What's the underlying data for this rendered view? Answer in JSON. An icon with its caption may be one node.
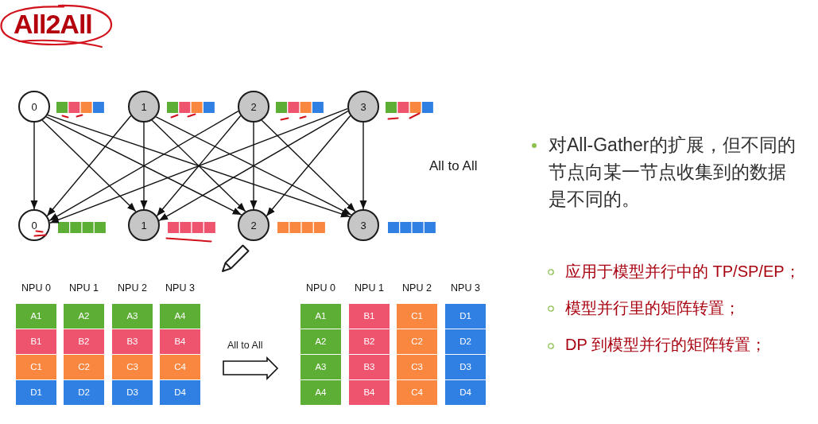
{
  "diagram": {
    "title": "All2All",
    "nodes": [
      {
        "text": [
          "0"
        ]
      },
      {
        "text": [
          "1"
        ]
      },
      {
        "text": [
          "2"
        ]
      },
      {
        "text": [
          "3"
        ]
      },
      {
        "text": [
          "0"
        ]
      },
      {
        "text": [
          "1"
        ]
      },
      {
        "text": [
          "2"
        ]
      },
      {
        "text": [
          "3"
        ]
      }
    ],
    "edges": [
      {
        "from": 0,
        "to": 4,
        "arrow": "to"
      },
      {
        "from": 0,
        "to": 5,
        "arrow": "to"
      },
      {
        "from": 0,
        "to": 6,
        "arrow": "to"
      },
      {
        "from": 0,
        "to": 7,
        "arrow": "to"
      },
      {
        "from": 1,
        "to": 4,
        "arrow": "to"
      },
      {
        "from": 1,
        "to": 5,
        "arrow": "to"
      },
      {
        "from": 1,
        "to": 6,
        "arrow": "to"
      },
      {
        "from": 1,
        "to": 7,
        "arrow": "to"
      },
      {
        "from": 2,
        "to": 4,
        "arrow": "to"
      },
      {
        "from": 2,
        "to": 5,
        "arrow": "to"
      },
      {
        "from": 2,
        "to": 6,
        "arrow": "to"
      },
      {
        "from": 2,
        "to": 7,
        "arrow": "to"
      },
      {
        "from": 3,
        "to": 4,
        "arrow": "to"
      },
      {
        "from": 3,
        "to": 5,
        "arrow": "to"
      },
      {
        "from": 3,
        "to": 6,
        "arrow": "to"
      },
      {
        "from": 3,
        "to": 7,
        "arrow": "to"
      }
    ],
    "labels": [
      "All to All",
      "对All-Gather的扩展，但不同的节点向某一节点收集到的数据是不同的。",
      "应用于模型并行中的 TP/SP/EP；",
      "模型并行里的矩阵转置；",
      "DP 到模型并行的矩阵转置；",
      "NPU 0",
      "NPU 1",
      "NPU 2",
      "NPU 3",
      "A1",
      "A2",
      "A3",
      "A4",
      "B1",
      "B2",
      "B3",
      "B4",
      "C1",
      "C2",
      "C3",
      "C4",
      "D1",
      "D2",
      "D3",
      "D4",
      "All to All",
      "NPU 0",
      "NPU 1",
      "NPU 2",
      "NPU 3",
      "A1",
      "B1",
      "C1",
      "D1",
      "A2",
      "B2",
      "C2",
      "D2",
      "A3",
      "B3",
      "C3",
      "D3",
      "A4",
      "B4",
      "C4",
      "D4"
    ]
  }
}
